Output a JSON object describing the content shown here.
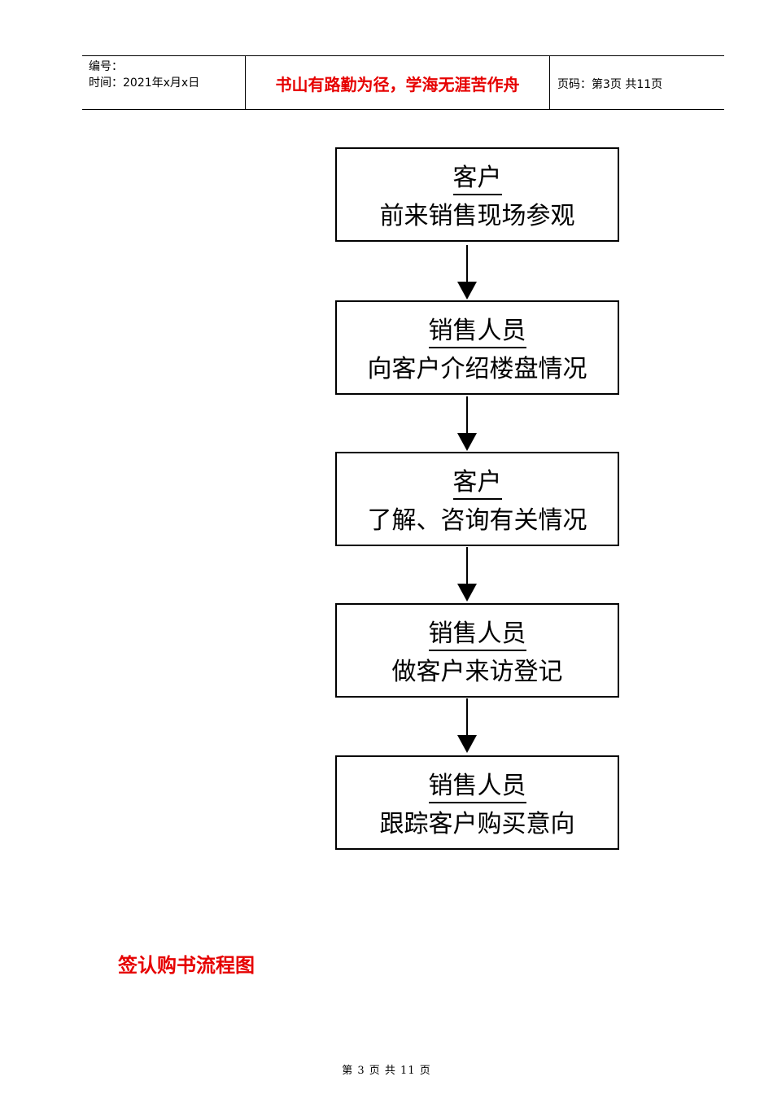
{
  "header": {
    "number_label": "编号：",
    "time_label": "时间：2021年x月x日",
    "motto": "书山有路勤为径，学海无涯苦作舟",
    "page_info": "页码：第3页  共11页"
  },
  "flow": [
    {
      "role": "客户",
      "action": "前来销售现场参观"
    },
    {
      "role": "销售人员",
      "action": "向客户介绍楼盘情况"
    },
    {
      "role": "客户",
      "action": "了解、咨询有关情况"
    },
    {
      "role": "销售人员",
      "action": "做客户来访登记"
    },
    {
      "role": "销售人员",
      "action": "跟踪客户购买意向"
    }
  ],
  "section_title": "签认购书流程图",
  "footer": "第 3 页 共 11 页"
}
